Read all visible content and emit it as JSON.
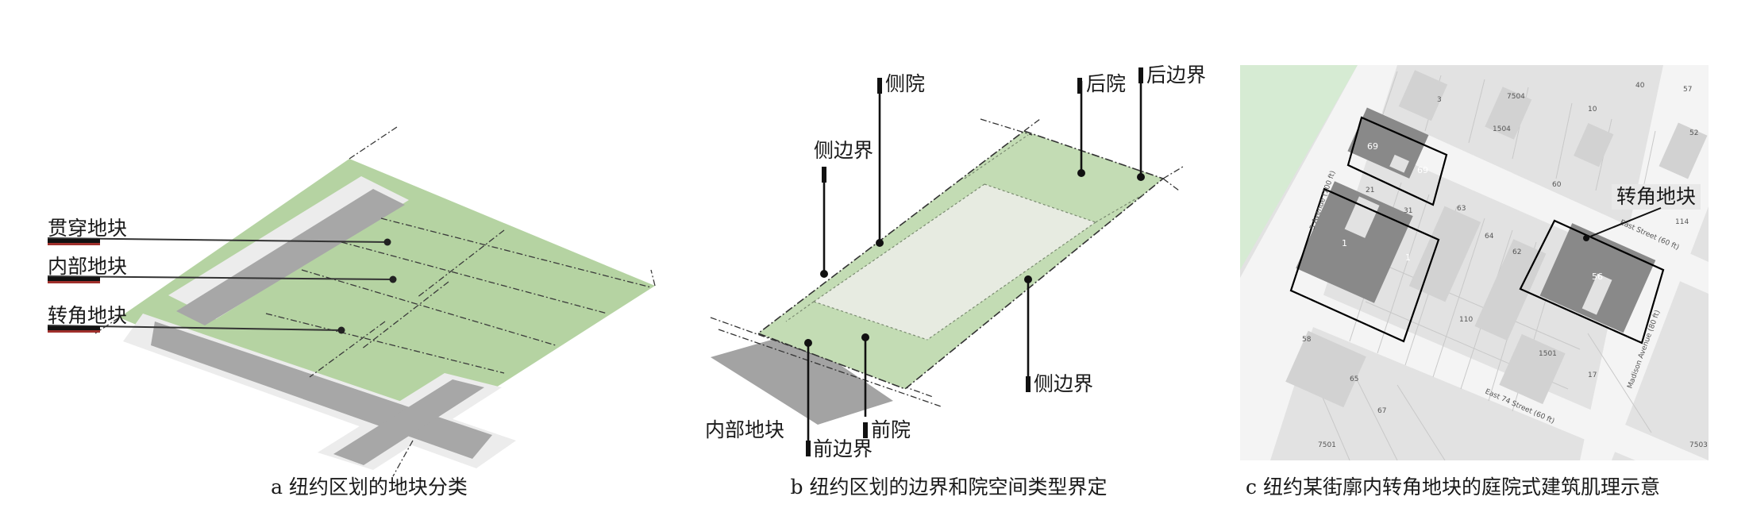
{
  "panel_a": {
    "labels": {
      "through_lot": "贯穿地块",
      "interior_lot": "内部地块",
      "corner_lot": "转角地块"
    },
    "caption": "a 纽约区划的地块分类"
  },
  "panel_b": {
    "labels": {
      "side_yard": "侧院",
      "rear_yard": "后院",
      "rear_lot_line": "后边界",
      "side_lot_line_top": "侧边界",
      "side_lot_line_right": "侧边界",
      "interior_lot": "内部地块",
      "front_yard": "前院",
      "front_lot_line": "前边界"
    },
    "caption": "b 纽约区划的边界和院空间类型界定"
  },
  "panel_c": {
    "labels": {
      "corner_lot": "转角地块"
    },
    "map_text": {
      "fifth_avenue": "5 Avenue (100 ft)",
      "east_street": "East Street (60 ft)",
      "east_74": "East 74 Street (60 ft)",
      "madison": "Madison Avenue (80 ft)",
      "lot_69a": "69",
      "lot_69b": "69",
      "lot_1a": "1",
      "lot_1b": "1",
      "lot_56": "56",
      "n7504": "7504",
      "n1504": "1504",
      "n7501": "7501",
      "n7503": "7503",
      "n1501": "1501",
      "n3": "3",
      "n21": "21",
      "n31": "31",
      "n63": "63",
      "n64": "64",
      "n62": "62",
      "n110": "110",
      "n58": "58",
      "n10": "10",
      "n17": "17",
      "n57": "57",
      "n52": "52",
      "n40": "40",
      "n60": "60",
      "n65": "65",
      "n67": "67",
      "n114": "114"
    },
    "caption": "c 纽约某街廓内转角地块的庭院式建筑肌理示意"
  },
  "colors": {
    "lot_green": "#b5d3a2",
    "road_gray": "#a7a7a7",
    "sidewalk": "#ececec",
    "yard_green": "#c3dcb4",
    "building_pad": "#e7ebe1",
    "map_bg": "#e2e2e2",
    "map_street": "#f4f4f4",
    "building_dark": "#898989",
    "park_green": "#d6ebd3"
  }
}
